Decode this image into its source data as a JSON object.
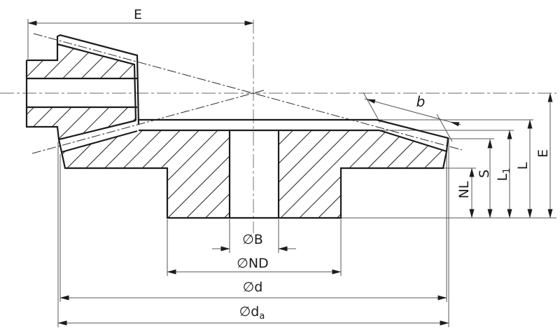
{
  "drawing": {
    "type": "technical-drawing",
    "subject": "bevel gear pair cross-section with dimension labels",
    "dimensions": {
      "e_top": {
        "label": "E"
      },
      "b": {
        "label": "b"
      },
      "nl": {
        "label": "NL"
      },
      "s": {
        "label": "S"
      },
      "l1": {
        "label": "L",
        "sub": "1"
      },
      "l": {
        "label": "L"
      },
      "e_right": {
        "label": "E"
      },
      "bore": {
        "label": "∅B"
      },
      "nd": {
        "label": "∅ND"
      },
      "d": {
        "label": "∅d"
      },
      "da": {
        "label": "∅d",
        "sub": "a"
      }
    },
    "colors": {
      "line": "#1c1c1c",
      "dim": "#555555",
      "centerline": "#9c9c9c",
      "pitch_line": "#2e2e2e",
      "background": "#ffffff"
    }
  }
}
